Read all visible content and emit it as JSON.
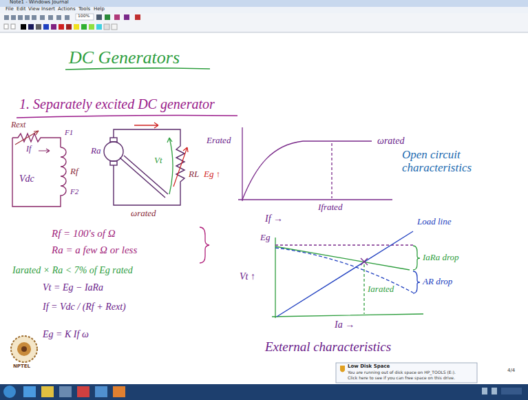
{
  "diagram": {
    "title": "DC Generators",
    "labels": [
      "Note1 - Windows Journal",
      "File",
      "Edit",
      "View",
      "Insert",
      "Actions",
      "Tools",
      "Help",
      "100%",
      "1. Separately excited DC generator",
      "Rext",
      "If",
      "F1",
      "Vdc",
      "Rf",
      "F2",
      "Ra",
      "Vt",
      "Erated",
      "RL",
      "Eg ↑",
      "ωrated",
      "ωrated",
      "If →",
      "Ifrated",
      "Open circuit characteristics",
      "Rf = 100's of Ω",
      "Ra = a few Ω or less",
      "Iarated × Ra < 7% of Eg rated",
      "Vt = Eg − IaRa",
      "If = Vdc / (Rf + Rext)",
      "Eg = K If ω",
      "Eg",
      "Vt ↑",
      "Load line",
      "IaRa drop",
      "AR drop",
      "Iarated",
      "Ia →",
      "External characteristics",
      "NPTEL",
      "Low Disk Space",
      "You are running out of disk space on HP_TOOLS (E:).",
      "Click here to see if you can free space on this drive.",
      "4/4"
    ]
  }
}
